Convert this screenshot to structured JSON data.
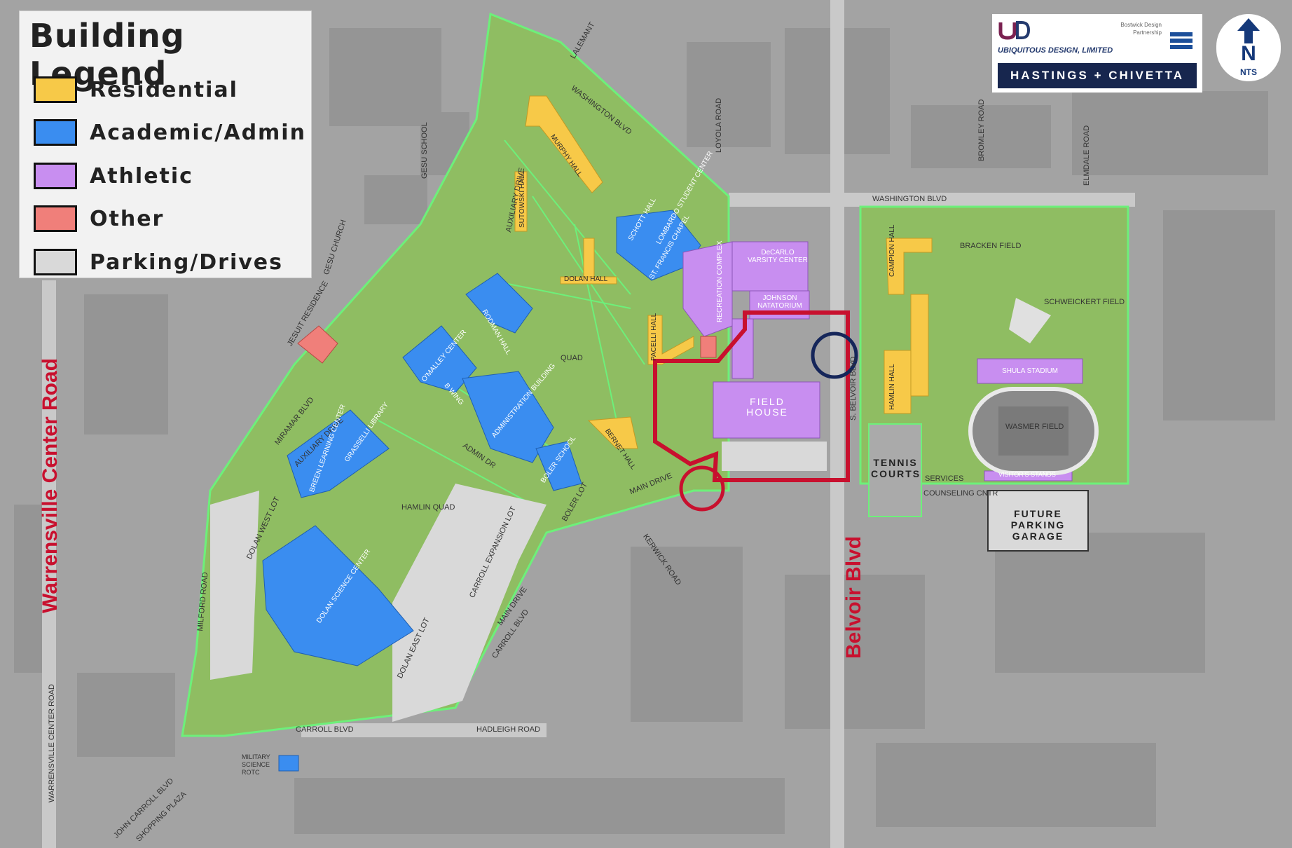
{
  "legend": {
    "title": "Building Legend",
    "items": [
      {
        "label": "Residential",
        "color": "#f7c948"
      },
      {
        "label": "Academic/Admin",
        "color": "#3a8df0"
      },
      {
        "label": "Athletic",
        "color": "#c88ef0"
      },
      {
        "label": "Other",
        "color": "#f07f7a"
      },
      {
        "label": "Parking/Drives",
        "color": "#d9d9d9"
      }
    ]
  },
  "colors": {
    "grass": "#8fbd62",
    "paths": "#6df07a",
    "highlight_red": "#c8102e",
    "highlight_navy": "#15265a"
  },
  "logo": {
    "company": "UBIQUITOUS DESIGN, LIMITED",
    "partner": "Bostwick Design Partnership",
    "firm": "HASTINGS + CHIVETTA"
  },
  "north": {
    "letter": "N",
    "note": "NTS"
  },
  "roads": {
    "warrensville": "Warrensville Center Road",
    "belvoir": "Belvoir Blvd",
    "washington_1": "WASHINGTON BLVD",
    "washington_2": "WASHINGTON BLVD",
    "miramar": "MIRAMAR BLVD",
    "carroll_blvd_1": "CARROLL BLVD",
    "carroll_blvd_2": "CARROLL BLVD",
    "hadleigh": "HADLEIGH ROAD",
    "main_drive_1": "MAIN DRIVE",
    "main_drive_2": "MAIN DRIVE",
    "kerwick": "KERWICK ROAD",
    "milford": "MILFORD ROAD",
    "auxiliary_1": "AUXILIARY DRIVE",
    "auxiliary_2": "AUXILIARY DRIVE",
    "admin_dr": "ADMIN DR",
    "s_belvoir": "S. BELVOIR BLVD",
    "loyola": "LOYOLA ROAD",
    "bromley": "BROMLEY ROAD",
    "elmdale": "ELMDALE ROAD",
    "lalemant": "LALEMANT",
    "warrensville_small": "WARRENSVILLE CENTER ROAD",
    "john_carroll": "JOHN CARROLL BLVD"
  },
  "places": {
    "gesu_school": "GESU SCHOOL",
    "gesu_church": "GESU CHURCH",
    "jesuit_residence": "JESUIT RESIDENCE",
    "quad": "QUAD",
    "hamlin_quad": "HAMLIN QUAD",
    "carroll_lot": "CARROLL EXPANSION LOT",
    "dolan_west": "DOLAN WEST LOT",
    "dolan_east": "DOLAN EAST LOT",
    "boler_lot": "BOLER LOT",
    "shopping_plaza": "SHOPPING PLAZA",
    "bracken_field": "BRACKEN FIELD",
    "schweickert": "SCHWEICKERT FIELD",
    "wasmer": "WASMER FIELD",
    "visitors": "VISITOR'S STANDS",
    "services": "SERVICES",
    "counseling": "COUNSELING CNTR",
    "military": "MILITARY SCIENCE ROTC"
  },
  "buildings": {
    "murphy": "MURPHY HALL",
    "sutowski": "SUTOWSKI HALL",
    "dolan_hall": "DOLAN HALL",
    "schott": "SCHOTT HALL",
    "lombardo": "LOMBARDO STUDENT CENTER",
    "st_francis": "ST. FRANCIS CHAPEL",
    "rodman": "RODMAN HALL",
    "omalley": "O'MALLEY CENTER",
    "bywing": "B WING",
    "admin": "ADMINISTRATION BUILDING",
    "boler": "BOLER SCHOOL",
    "grasselli": "GRASSELLI LIBRARY",
    "breen": "BREEN LEARNING CENTER",
    "dolan_science": "DOLAN SCIENCE CENTER",
    "pacelli": "PACELLI HALL",
    "bernet": "BERNET HALL",
    "decarlo": "DeCARLO VARSITY CENTER",
    "johnson": "JOHNSON NATATORIUM",
    "rec": "RECREATION COMPLEX",
    "fieldhouse": "FIELD HOUSE",
    "campion": "CAMPION HALL",
    "hamlin": "HAMLIN HALL",
    "shula": "SHULA STADIUM",
    "tennis": "TENNIS COURTS",
    "garage": "FUTURE PARKING GARAGE"
  }
}
